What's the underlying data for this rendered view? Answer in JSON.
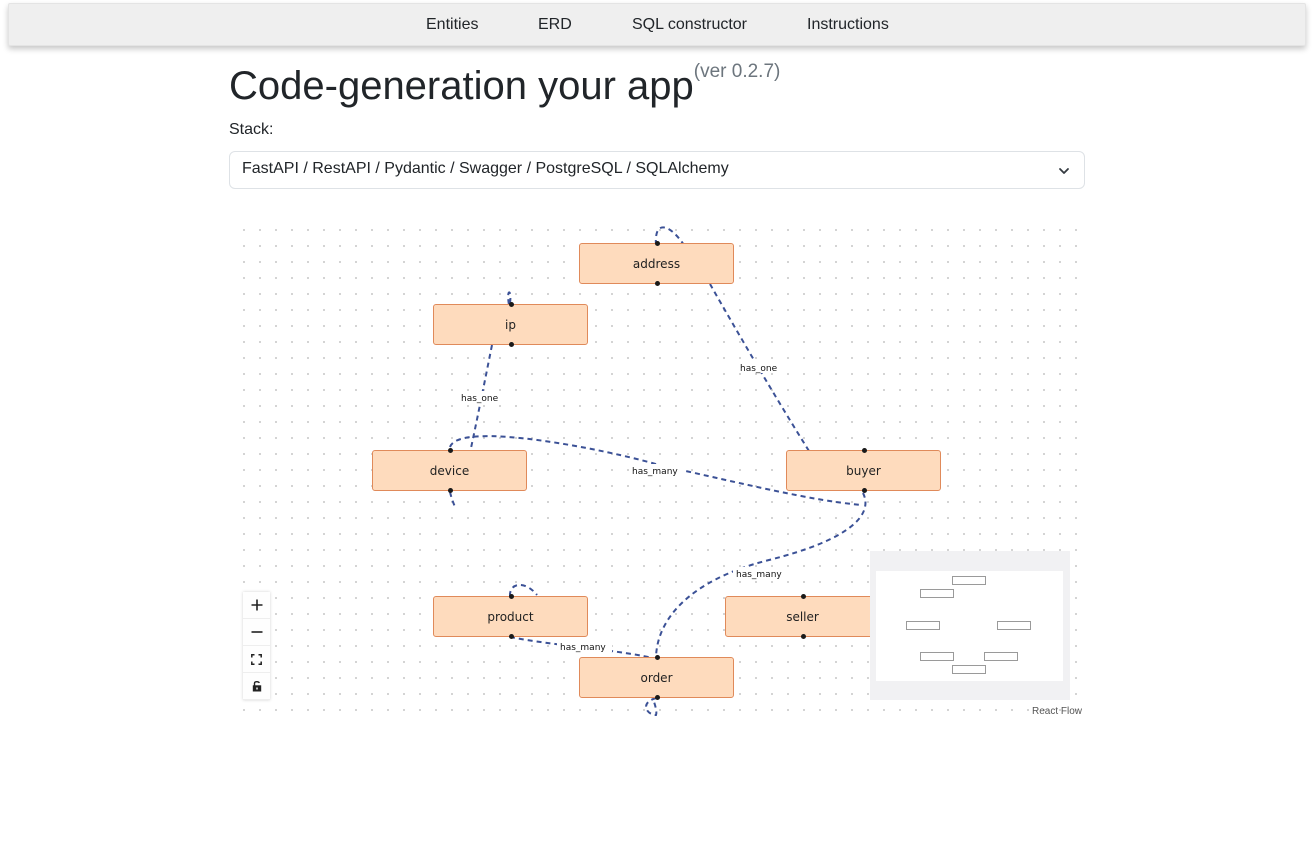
{
  "nav": {
    "items": [
      "Entities",
      "ERD",
      "SQL constructor",
      "Instructions"
    ]
  },
  "header": {
    "title": "Code-generation your app",
    "version": "(ver 0.2.7)"
  },
  "stack": {
    "label": "Stack:",
    "selected": "FastAPI / RestAPI / Pydantic / Swagger / PostgreSQL / SQLAlchemy"
  },
  "erd": {
    "nodes": {
      "address": "address",
      "ip": "ip",
      "device": "device",
      "buyer": "buyer",
      "product": "product",
      "seller": "seller",
      "order": "order"
    },
    "edge_labels": {
      "ip_device": "has_one",
      "address_buyer": "has_one",
      "device_buyer": "has_many",
      "buyer_order": "has_many",
      "product_order": "has_many"
    },
    "attribution": "React Flow",
    "colors": {
      "node_fill": "#fedbbd",
      "node_border": "#e08a5a",
      "edge": "#3b5196"
    }
  }
}
